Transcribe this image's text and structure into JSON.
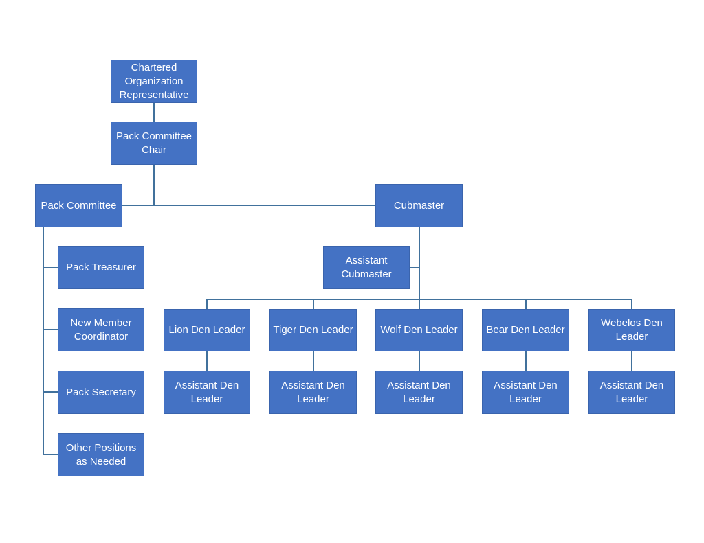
{
  "colors": {
    "box_fill": "#4472c4",
    "connector": "#41719c",
    "text": "#ffffff"
  },
  "nodes": {
    "chartered_org_rep": "Chartered\nOrganization\nRepresentative",
    "committee_chair": "Pack Committee\nChair",
    "pack_committee": "Pack Committee",
    "cubmaster": "Cubmaster",
    "pack_treasurer": "Pack Treasurer",
    "new_member_coordinator": "New Member\nCoordinator",
    "pack_secretary": "Pack Secretary",
    "other_positions": "Other Positions\nas Needed",
    "assistant_cubmaster": "Assistant\nCubmaster",
    "lion_den_leader": "Lion Den Leader",
    "tiger_den_leader": "Tiger Den Leader",
    "wolf_den_leader": "Wolf Den Leader",
    "bear_den_leader": "Bear Den Leader",
    "webelos_den_leader": "Webelos Den\nLeader",
    "assistant_den_leader_lion": "Assistant Den\nLeader",
    "assistant_den_leader_tiger": "Assistant Den\nLeader",
    "assistant_den_leader_wolf": "Assistant Den\nLeader",
    "assistant_den_leader_bear": "Assistant Den\nLeader",
    "assistant_den_leader_webelos": "Assistant Den\nLeader"
  }
}
